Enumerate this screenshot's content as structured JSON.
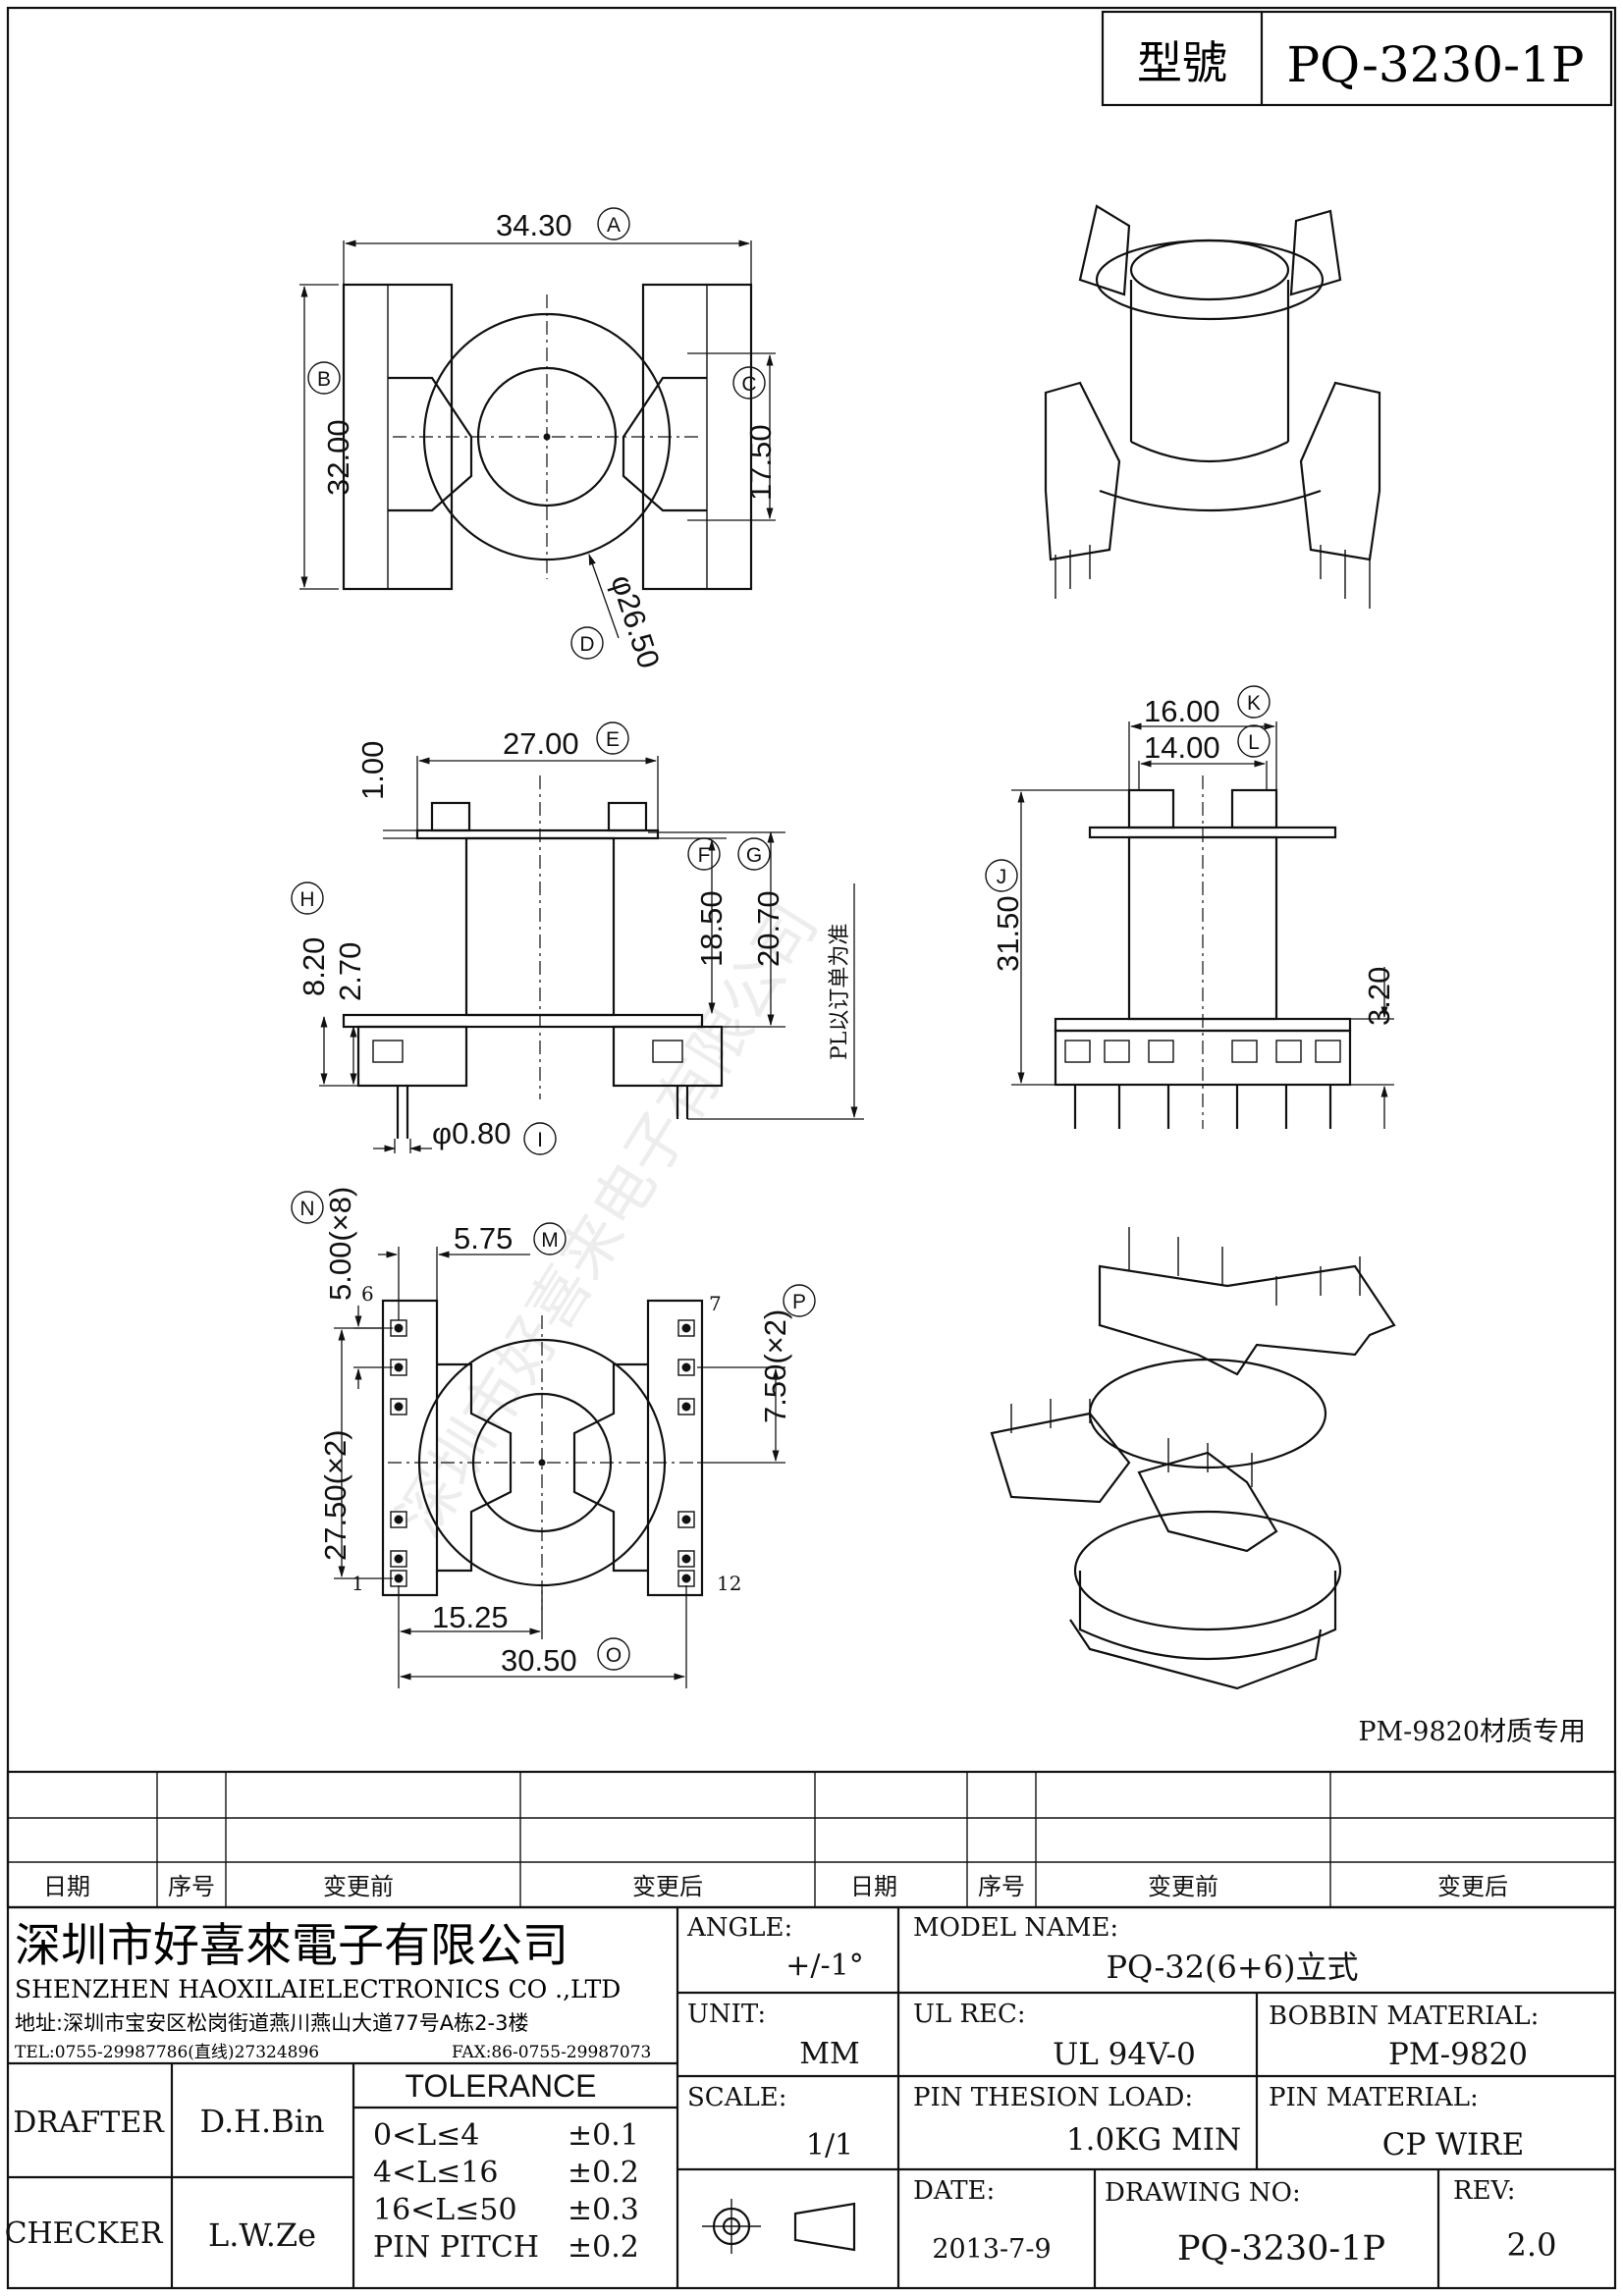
{
  "header": {
    "model_label": "型號",
    "model_value": "PQ-3230-1P"
  },
  "views": {
    "top": {
      "dim_a": "34.30",
      "tag_a": "A",
      "dim_b": "32.00",
      "tag_b": "B",
      "dim_c": "17.50",
      "tag_c": "C",
      "dim_d": "φ26.50",
      "tag_d": "D"
    },
    "front": {
      "dim_e": "27.00",
      "tag_e": "E",
      "dim_top": "1.00",
      "dim_f": "18.50",
      "tag_f": "F",
      "dim_g": "20.70",
      "tag_g": "G",
      "dim_h": "8.20",
      "tag_h": "H",
      "dim_270": "2.70",
      "dim_i": "φ0.80",
      "tag_i": "I",
      "pl_note": "PL以订单为准"
    },
    "side": {
      "dim_k": "16.00",
      "tag_k": "K",
      "dim_l": "14.00",
      "tag_l": "L",
      "dim_j": "31.50",
      "tag_j": "J",
      "dim_320": "3.20"
    },
    "bottom": {
      "dim_n": "5.00(×8)",
      "tag_n": "N",
      "dim_m": "5.75",
      "tag_m": "M",
      "dim_p": "7.50(×2)",
      "tag_p": "P",
      "dim_2750": "27.50(×2)",
      "dim_1525": "15.25",
      "dim_o": "30.50",
      "tag_o": "O",
      "pin_1": "1",
      "pin_6": "6",
      "pin_7": "7",
      "pin_12": "12"
    }
  },
  "material_note": "PM-9820材质专用",
  "watermark": "深圳市好喜来电子有限公司",
  "revision_table": {
    "headers": [
      "日期",
      "序号",
      "变更前",
      "变更后",
      "日期",
      "序号",
      "变更前",
      "变更后"
    ]
  },
  "company": {
    "name_cn": "深圳市好喜來電子有限公司",
    "name_en": "SHENZHEN HAOXILAIELECTRONICS CO .,LTD",
    "address": "地址:深圳市宝安区松岗街道燕川燕山大道77号A栋2-3楼",
    "tel": "TEL:0755-29987786(直线)27324896",
    "fax": "FAX:86-0755-29987073"
  },
  "title_block": {
    "angle_label": "ANGLE:",
    "angle_value": "+/-1°",
    "unit_label": "UNIT:",
    "unit_value": "MM",
    "scale_label": "SCALE:",
    "scale_value": "1/1",
    "model_name_label": "MODEL NAME:",
    "model_name_value": "PQ-32(6+6)立式",
    "ul_rec_label": "UL REC:",
    "ul_rec_value": "UL 94V-0",
    "bobbin_material_label": "BOBBIN MATERIAL:",
    "bobbin_material_value": "PM-9820",
    "pin_thesion_label": "PIN THESION LOAD:",
    "pin_thesion_value": "1.0KG MIN",
    "pin_material_label": "PIN MATERIAL:",
    "pin_material_value": "CP   WIRE",
    "date_label": "DATE:",
    "date_value": "2013-7-9",
    "drawing_no_label": "DRAWING NO:",
    "drawing_no_value": "PQ-3230-1P",
    "rev_label": "REV:",
    "rev_value": "2.0",
    "drafter_label": "DRAFTER",
    "drafter_value": "D.H.Bin",
    "checker_label": "CHECKER",
    "checker_value": "L.W.Ze",
    "tolerance_title": "TOLERANCE",
    "tolerances": [
      {
        "range": "0<L≤4",
        "value": "±0.1"
      },
      {
        "range": "4<L≤16",
        "value": "±0.2"
      },
      {
        "range": "16<L≤50",
        "value": "±0.3"
      },
      {
        "range": "PIN PITCH",
        "value": "±0.2"
      }
    ]
  }
}
